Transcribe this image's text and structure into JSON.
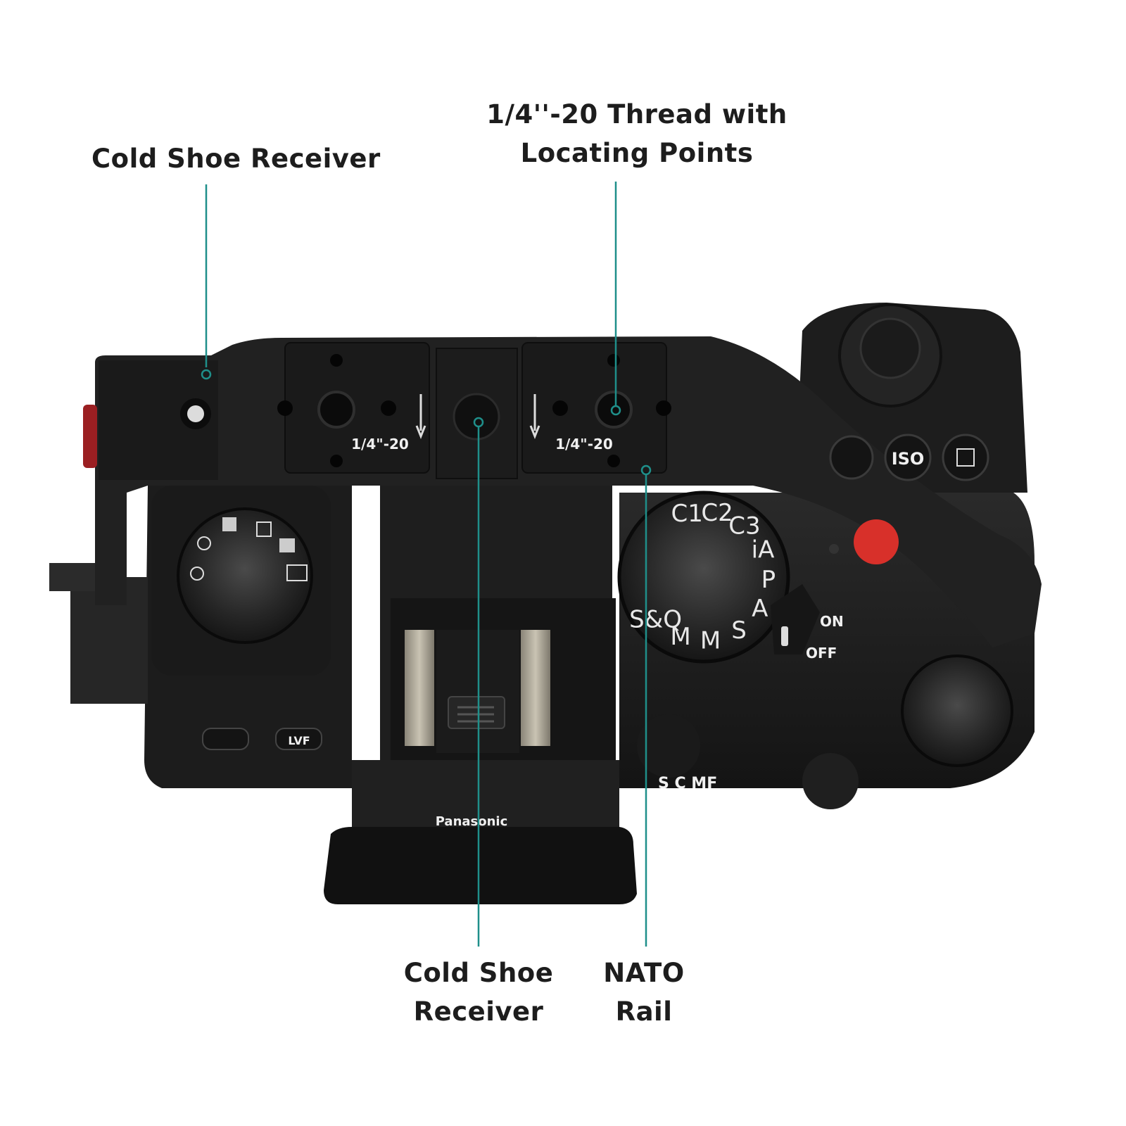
{
  "callouts": {
    "cold_shoe_top": "Cold Shoe Receiver",
    "thread_line1": "1/4''-20 Thread with",
    "thread_line2": "Locating Points",
    "cold_shoe_bottom_line1": "Cold Shoe",
    "cold_shoe_bottom_line2": "Receiver",
    "nato_line1": "NATO",
    "nato_line2": "Rail"
  },
  "engravings": {
    "thread_left": "1/4\"-20",
    "thread_right": "1/4\"-20",
    "brand": "Panasonic",
    "iso": "ISO",
    "on": "ON",
    "off": "OFF",
    "lvf": "LVF",
    "focus_modes": "S  C  MF",
    "mode_dial": [
      "C1",
      "C2",
      "C3",
      "iA",
      "P",
      "A",
      "S",
      "M",
      "M",
      "S&Q"
    ]
  },
  "colors": {
    "leader_line": "#1f8f8a",
    "camera_body": "#1b1b1b",
    "cage_metal": "#232323",
    "record_button": "#d8302a"
  }
}
